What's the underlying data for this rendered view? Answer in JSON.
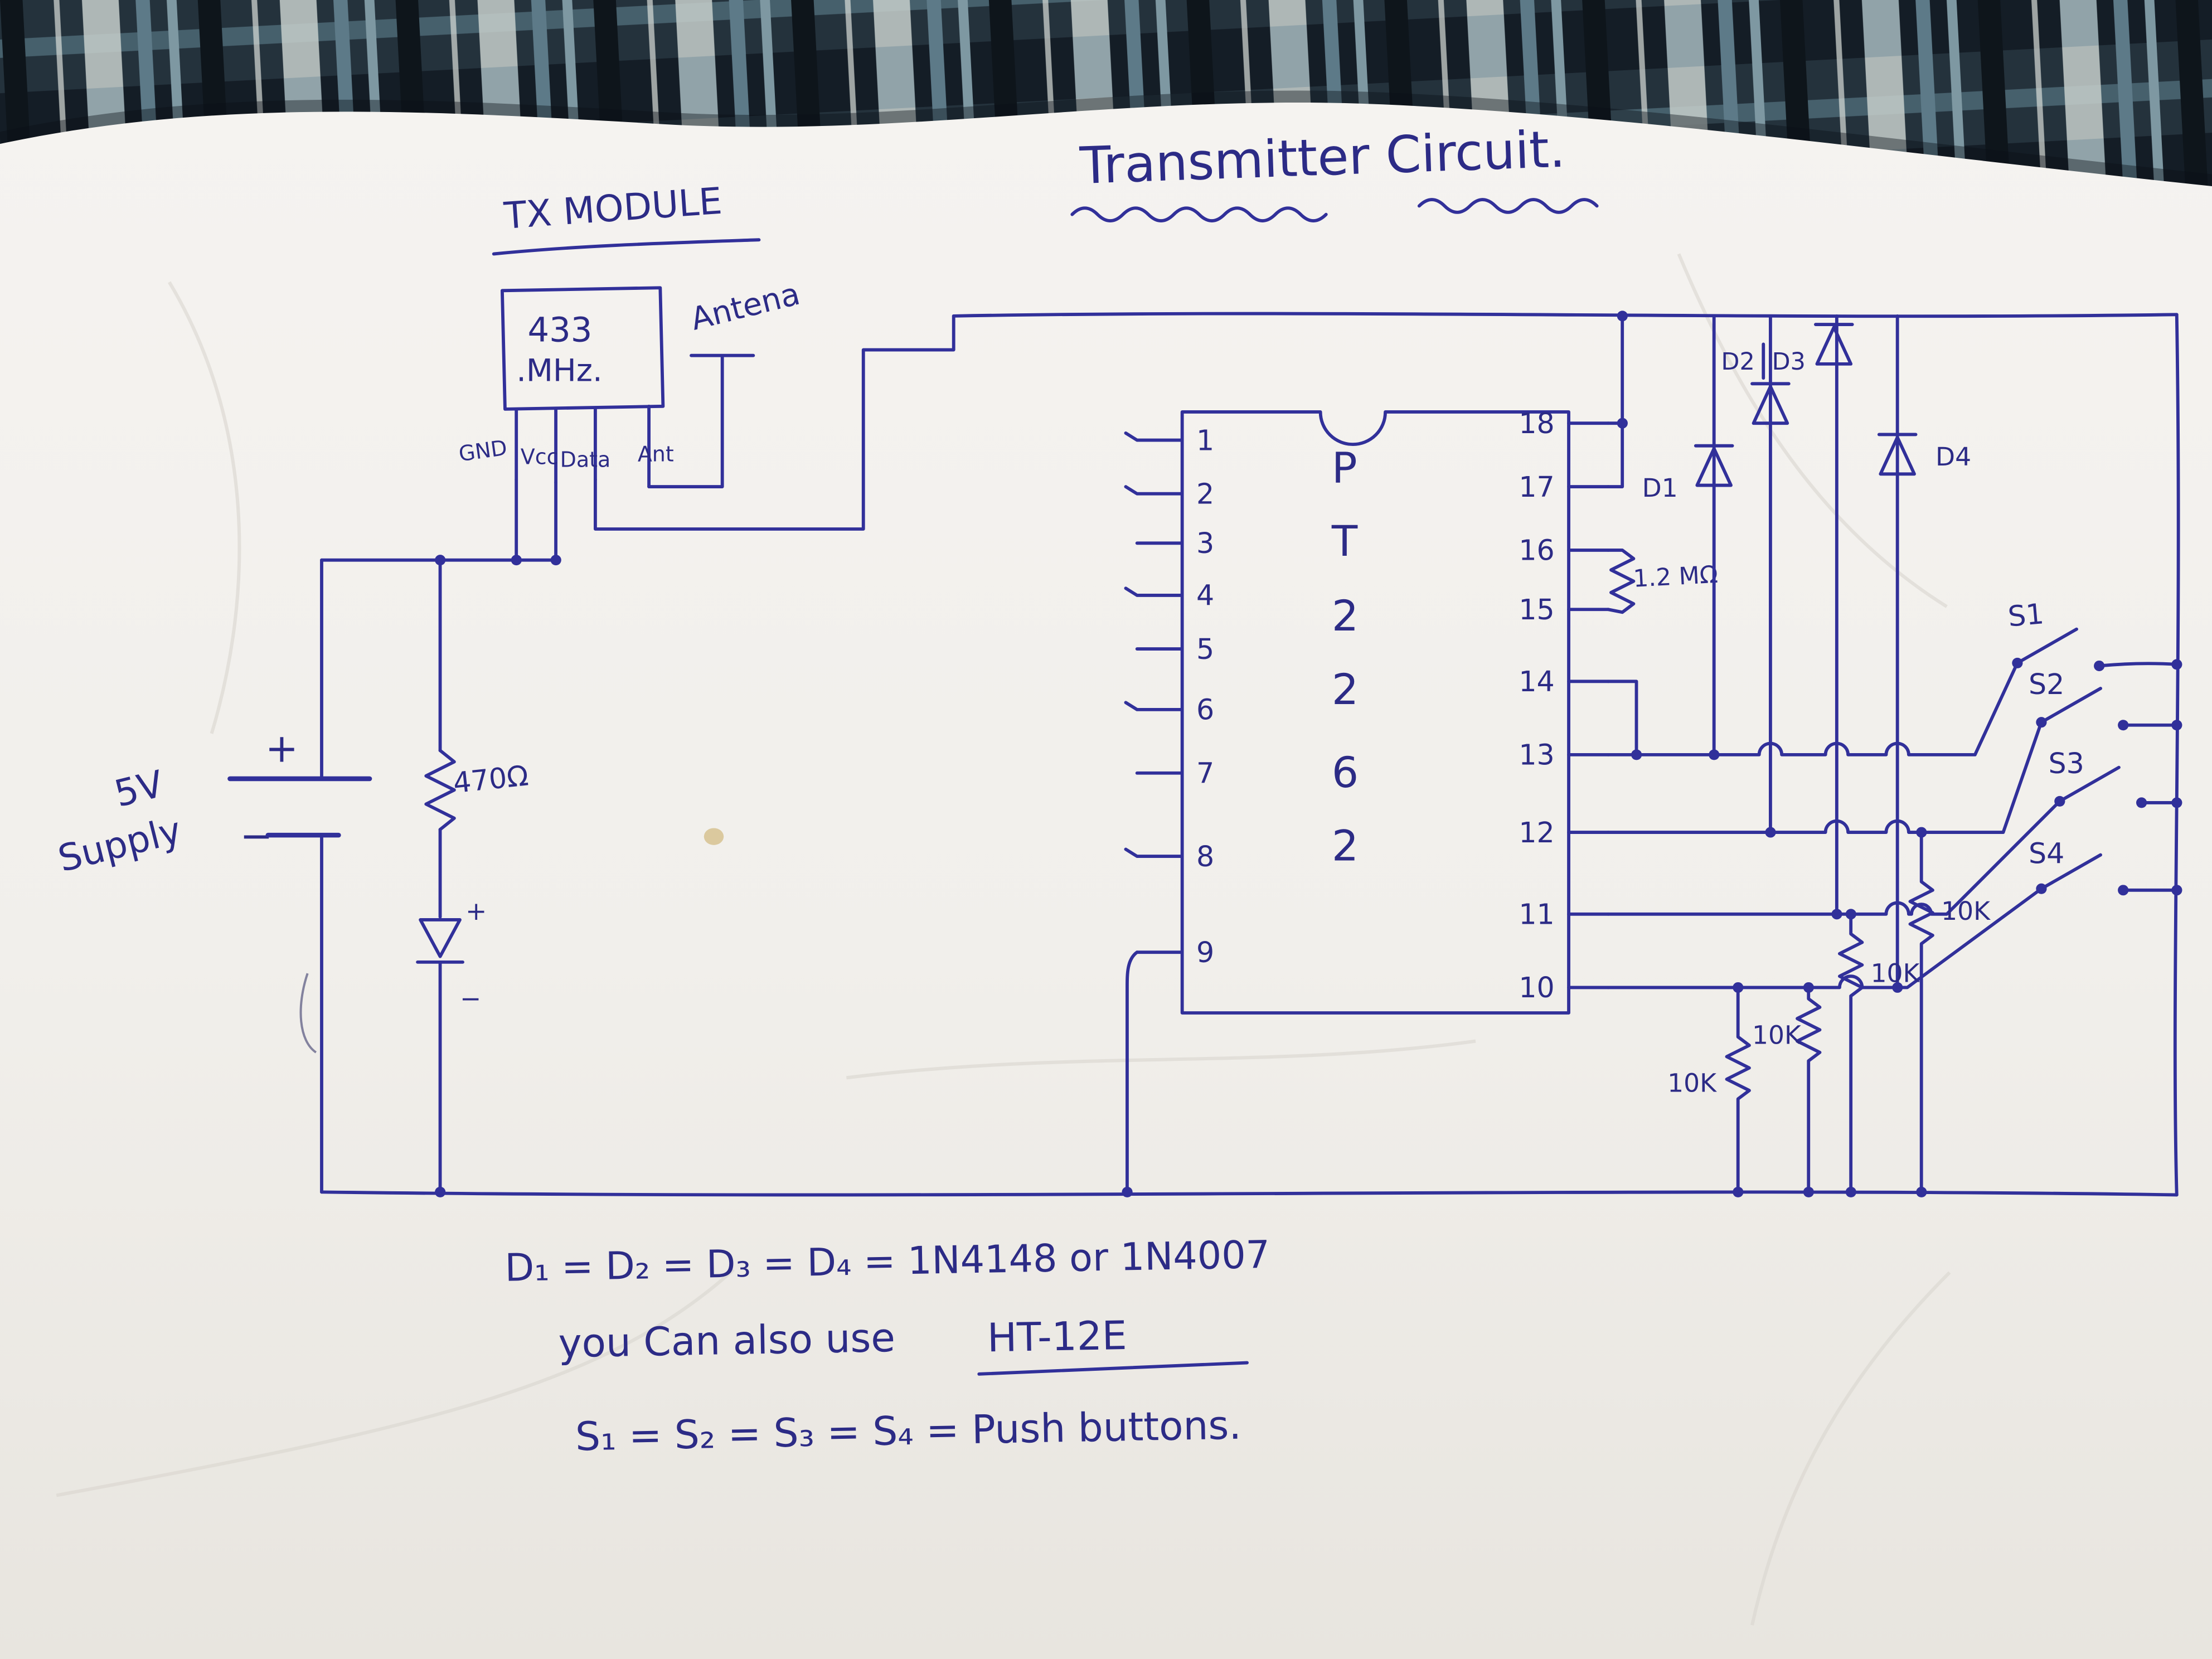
{
  "title": "Transmitter Circuit.",
  "module": {
    "name": "TX MODULE",
    "freq_line1": "433",
    "freq_line2": ".MHz.",
    "antenna_label": "Antena",
    "pin_gnd": "GND",
    "pin_vcc": "Vcc",
    "pin_data": "Data",
    "pin_ant": "Ant"
  },
  "ic": {
    "chars": [
      "P",
      "T",
      "2",
      "2",
      "6",
      "2"
    ],
    "left_pins": [
      "1",
      "2",
      "3",
      "4",
      "5",
      "6",
      "7",
      "8",
      "9"
    ],
    "right_pins": [
      "18",
      "17",
      "16",
      "15",
      "14",
      "13",
      "12",
      "11",
      "10"
    ]
  },
  "components": {
    "resistor_osc": "1.2 MΩ",
    "resistor_led": "470Ω",
    "resistor_pulldown": "10K",
    "diode_1": "D1",
    "diode_2": "D2",
    "diode_3": "D3",
    "diode_4": "D4",
    "switch_1": "S1",
    "switch_2": "S2",
    "switch_3": "S3",
    "switch_4": "S4",
    "led_plus": "+",
    "led_minus": "−"
  },
  "supply": {
    "plus": "+",
    "minus": "−",
    "label_line1": "5V",
    "label_line2": "Supply"
  },
  "notes": {
    "line1": "D₁ = D₂ = D₃ = D₄ = 1N4148 or 1N4007",
    "line2_prefix": "you Can also use",
    "line2_highlight": "HT-12E",
    "line3": "S₁ = S₂ = S₃ = S₄ = Push buttons."
  },
  "colors": {
    "ink": "#31309a",
    "paper": "#f2f0ec",
    "fabric": "#24323c"
  }
}
